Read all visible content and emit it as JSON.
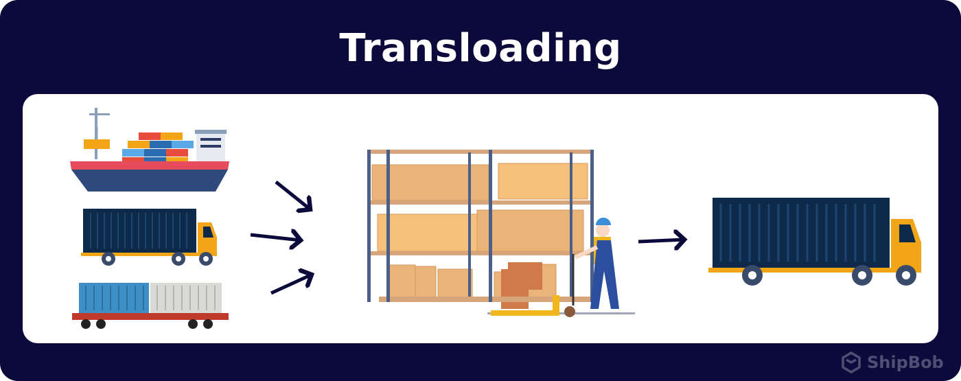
{
  "header": {
    "title": "Transloading"
  },
  "illustrations": {
    "inbound": [
      "cargo-ship",
      "container-truck",
      "freight-train"
    ],
    "center": "warehouse-with-worker",
    "outbound": "container-truck"
  },
  "colors": {
    "background": "#0b0a3b",
    "card": "#ffffff",
    "arrow": "#0b0a3b",
    "truck_body": "#0d2a4a",
    "truck_cab": "#f2a516",
    "box": "#e9b47a"
  },
  "brand": {
    "logo_text": "ShipBob"
  }
}
